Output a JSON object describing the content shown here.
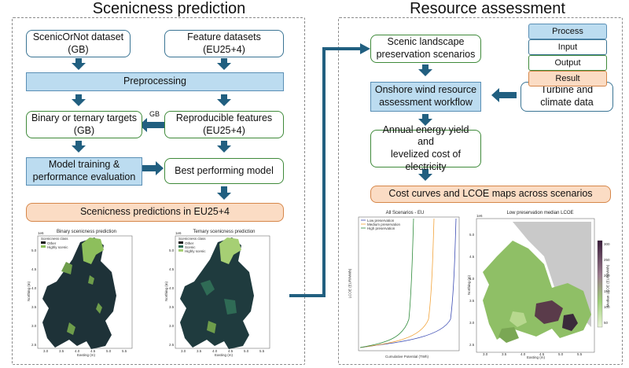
{
  "left_section": {
    "title": "Scenicness prediction",
    "boxes": {
      "scenic_dataset": "ScenicOrNot dataset\n(GB)",
      "feature_datasets": "Feature datasets\n(EU25+4)",
      "preprocessing": "Preprocessing",
      "targets": "Binary or ternary targets\n(GB)",
      "features": "Reproducible features\n(EU25+4)",
      "training": "Model training &\nperformance evaluation",
      "best_model": "Best performing model",
      "predictions": "Scenicness predictions in EU25+4"
    },
    "gb_label": "GB",
    "map_binary": {
      "title": "Binary scenicness prediction",
      "legend_title": "Scenicness class",
      "legend": [
        "Other",
        "Highly scenic"
      ],
      "xlabel": "Easting (m)",
      "ylabel": "Northing (m)",
      "xticks": [
        "3.0",
        "3.5",
        "4.0",
        "4.5",
        "5.0",
        "5.5"
      ],
      "yticks": [
        "5.0",
        "4.5",
        "4.0",
        "3.5",
        "3.0",
        "2.5"
      ],
      "scale": "1e6"
    },
    "map_ternary": {
      "title": "Ternary scenicness prediction",
      "legend_title": "Scenicness class",
      "legend": [
        "Other",
        "Scenic",
        "Highly scenic"
      ],
      "xlabel": "Easting (m)",
      "ylabel": "Northing (m)",
      "xticks": [
        "3.0",
        "3.5",
        "4.0",
        "4.5",
        "5.0",
        "5.5"
      ],
      "yticks": [
        "5.0",
        "4.5",
        "4.0",
        "3.5",
        "3.0",
        "2.5"
      ],
      "scale": "1e6"
    }
  },
  "right_section": {
    "title": "Resource assessment",
    "boxes": {
      "scenarios": "Scenic landscape\npreservation scenarios",
      "workflow": "Onshore wind resource\nassessment workflow",
      "turbine": "Turbine and\nclimate data",
      "yield": "Annual energy yield and\nlevelized cost of\nelectricity",
      "cost_curves": "Cost curves and LCOE maps across scenarios"
    },
    "legend": [
      "Process",
      "Input",
      "Output",
      "Result"
    ],
    "curve_chart": {
      "title": "All Scenarios - EU",
      "legend": [
        "Low preservation",
        "Medium preservation",
        "High preservation"
      ],
      "xlabel": "Cumulative Potential (TWh)",
      "ylabel": "LCOE (EUR/MWh)"
    },
    "lcoe_map": {
      "title": "Low preservation median LCOE",
      "colorbar_label": "Median LCOE (EUR/MWh)",
      "colorbar_ticks": [
        "300",
        "250",
        "200",
        "150",
        "100",
        "50"
      ],
      "xlabel": "Easting (m)",
      "ylabel": "Northing (m)",
      "xticks": [
        "3.0",
        "3.5",
        "4.0",
        "4.5",
        "5.0",
        "5.5"
      ],
      "yticks": [
        "5.0",
        "4.5",
        "4.0",
        "3.5",
        "3.0",
        "2.5"
      ],
      "scale": "1e6"
    }
  },
  "colors": {
    "process_fill": "#bcdcf0",
    "input_border": "#3a7494",
    "output_border": "#3f8a3a",
    "result_fill": "#fbdcc4",
    "arrow": "#215f80"
  }
}
